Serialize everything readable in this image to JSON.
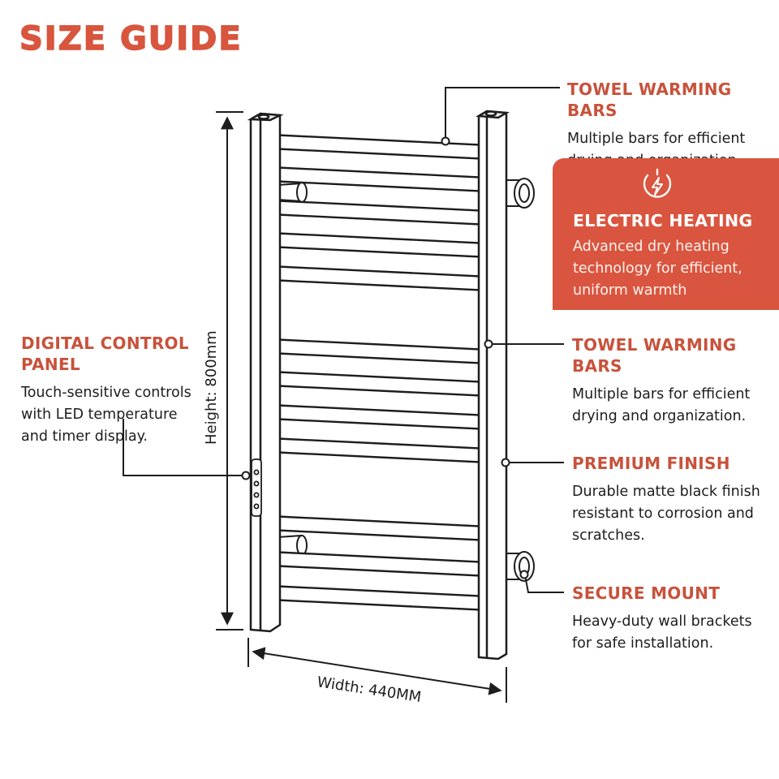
{
  "title": "SIZE GUIDE",
  "callouts": {
    "towel_top": {
      "title": "TOWEL WARMING BARS",
      "desc": "Multiple bars for efficient drying and organization."
    },
    "electric": {
      "title": "ELECTRIC HEATING",
      "desc": "Advanced dry heating technology for efficient, uniform warmth",
      "icon": "lightning-bolt-icon"
    },
    "towel_mid": {
      "title": "TOWEL WARMING BARS",
      "desc": "Multiple bars for efficient drying and organization."
    },
    "premium": {
      "title": "PREMIUM FINISH",
      "desc": "Durable matte black finish resistant to corrosion and scratches."
    },
    "mount": {
      "title": "SECURE MOUNT",
      "desc": "Heavy-duty wall brackets for safe installation."
    },
    "control": {
      "title": "DIGITAL CONTROL PANEL",
      "desc": "Touch-sensitive controls with LED temperature and timer display."
    }
  },
  "dimensions": {
    "height_label": "Height: 800mm",
    "width_label": "Width: 440MM"
  },
  "colors": {
    "accent": "#d8553e",
    "line": "#1d1d1d",
    "box": "#d9553f"
  }
}
